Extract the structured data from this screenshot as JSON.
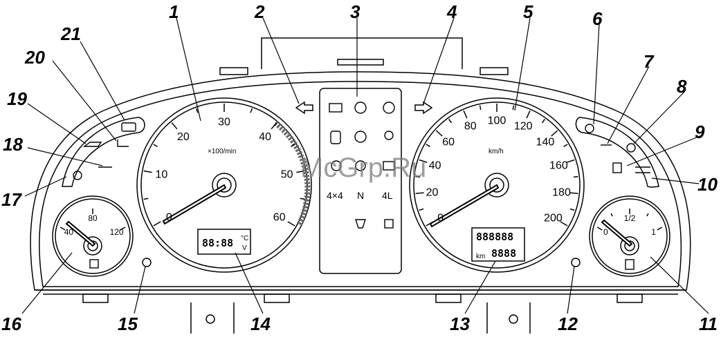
{
  "callouts": [
    "1",
    "2",
    "3",
    "4",
    "5",
    "6",
    "7",
    "8",
    "9",
    "10",
    "11",
    "12",
    "13",
    "14",
    "15",
    "16",
    "17",
    "18",
    "19",
    "20",
    "21"
  ],
  "tachometer": {
    "labels": [
      "0",
      "10",
      "20",
      "30",
      "40",
      "50",
      "60"
    ],
    "unit": "×100/min"
  },
  "speedometer": {
    "labels": [
      "0",
      "20",
      "40",
      "60",
      "80",
      "100",
      "120",
      "140",
      "160",
      "180",
      "200"
    ],
    "unit": "km/h"
  },
  "temp_gauge": {
    "labels": [
      "40",
      "80",
      "120"
    ]
  },
  "fuel_gauge": {
    "labels": [
      "0",
      "1/2",
      "1"
    ]
  },
  "clock_display": {
    "digits": "88:88",
    "unit_top": "°C",
    "unit_bottom": "V"
  },
  "odometer": {
    "trip": "888888",
    "total": "8888",
    "unit": "km"
  },
  "indicator_panel": {
    "labels": [
      "4×4",
      "N",
      "4L"
    ]
  },
  "watermark": "McGrp.Ru"
}
